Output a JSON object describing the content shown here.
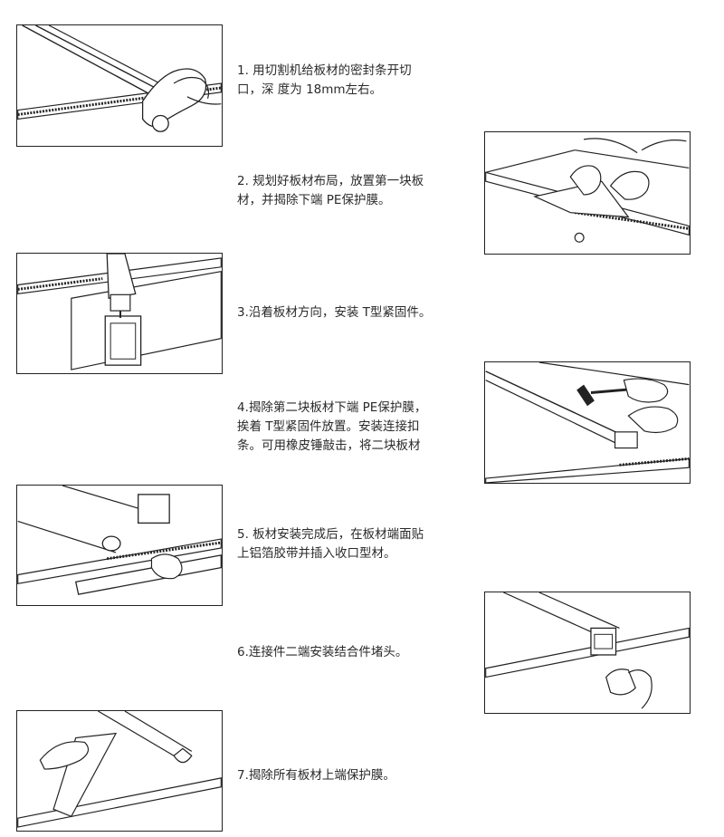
{
  "steps": [
    {
      "id": 1,
      "text": "1. 用切割机给板材的密封条开切\n口，深  度为 18mm左右。",
      "illustration": "cutting-machine-illustration"
    },
    {
      "id": 2,
      "text": "2. 规划好板材布局，放置第一块板\n材，并揭除下端 PE保护膜。",
      "illustration": "peel-film-illustration"
    },
    {
      "id": 3,
      "text": "3.沿着板材方向，安装  T型紧固件。",
      "illustration": "drill-fastener-illustration"
    },
    {
      "id": 4,
      "text": "4.揭除第二块板材下端   PE保护膜，\n挨着 T型紧固件放置。安装连接扣\n条。可用橡皮锤敲击，将二块板材",
      "illustration": "rubber-hammer-illustration"
    },
    {
      "id": 5,
      "text": "5. 板材安装完成后，在板材端面贴\n上铝箔胶带并插入收口型材。",
      "illustration": "foil-tape-illustration"
    },
    {
      "id": 6,
      "text": "6.连接件二端安装结合件堵头。",
      "illustration": "end-cap-illustration"
    },
    {
      "id": 7,
      "text": "7.揭除所有板材上端保护膜。",
      "illustration": "top-film-illustration"
    }
  ]
}
